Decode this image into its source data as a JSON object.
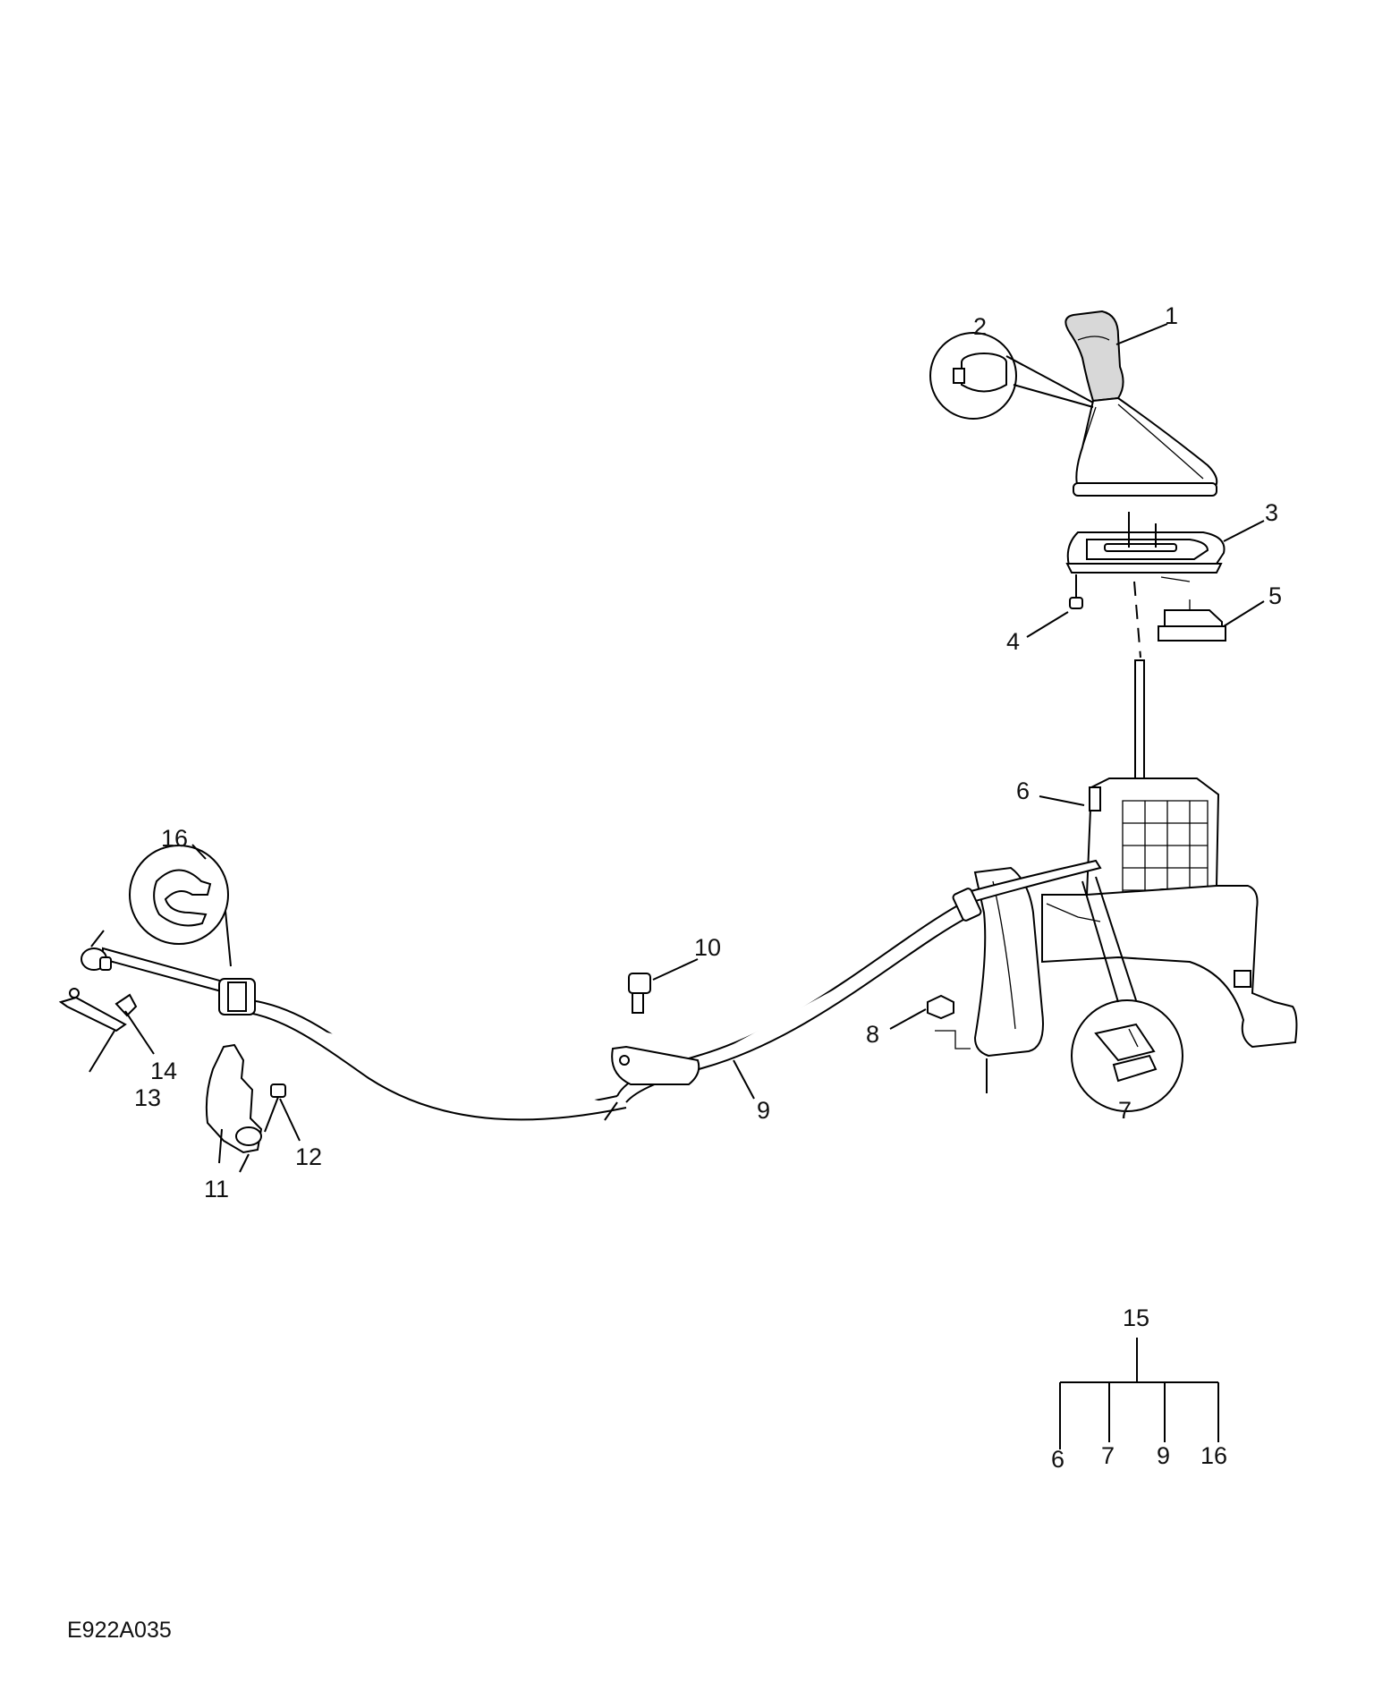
{
  "reference": "E922A035",
  "callouts": {
    "c1": "1",
    "c2": "2",
    "c3": "3",
    "c4": "4",
    "c5": "5",
    "c6": "6",
    "c7": "7",
    "c8": "8",
    "c9": "9",
    "c10": "10",
    "c11": "11",
    "c12": "12",
    "c13": "13",
    "c14": "14",
    "c16": "16"
  },
  "kit_tree": {
    "parent": "15",
    "children": [
      "6",
      "7",
      "9",
      "16"
    ]
  }
}
